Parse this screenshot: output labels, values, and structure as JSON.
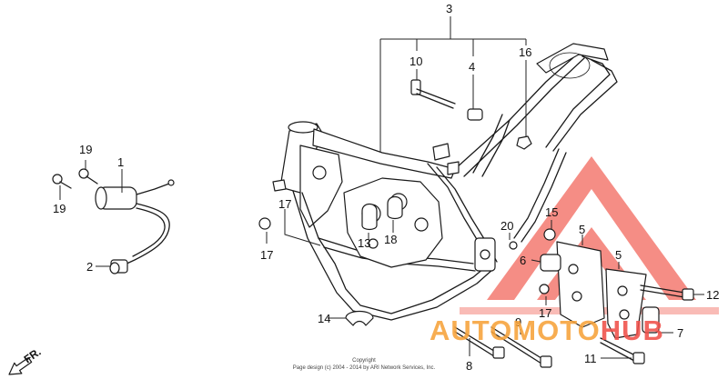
{
  "diagram": {
    "callouts": {
      "c1": "1",
      "c2": "2",
      "c3": "3",
      "c4": "4",
      "c5a": "5",
      "c5b": "5",
      "c6": "6",
      "c7": "7",
      "c8": "8",
      "c9": "9",
      "c10": "10",
      "c11": "11",
      "c12": "12",
      "c13": "13",
      "c14": "14",
      "c15": "15",
      "c16": "16",
      "c17a": "17",
      "c17b": "17",
      "c17c": "17",
      "c18": "18",
      "c19a": "19",
      "c19b": "19",
      "c20": "20"
    },
    "direction_label": "FR.",
    "copyright_line1": "Copyright",
    "copyright_line2": "Page design (c) 2004 - 2014 by ARI Network Services, Inc."
  },
  "watermark": {
    "text_part1": "AUTOMOTO",
    "text_part2": "HUB",
    "color_red": "#f0504a",
    "color_orange": "#f7a23a"
  }
}
